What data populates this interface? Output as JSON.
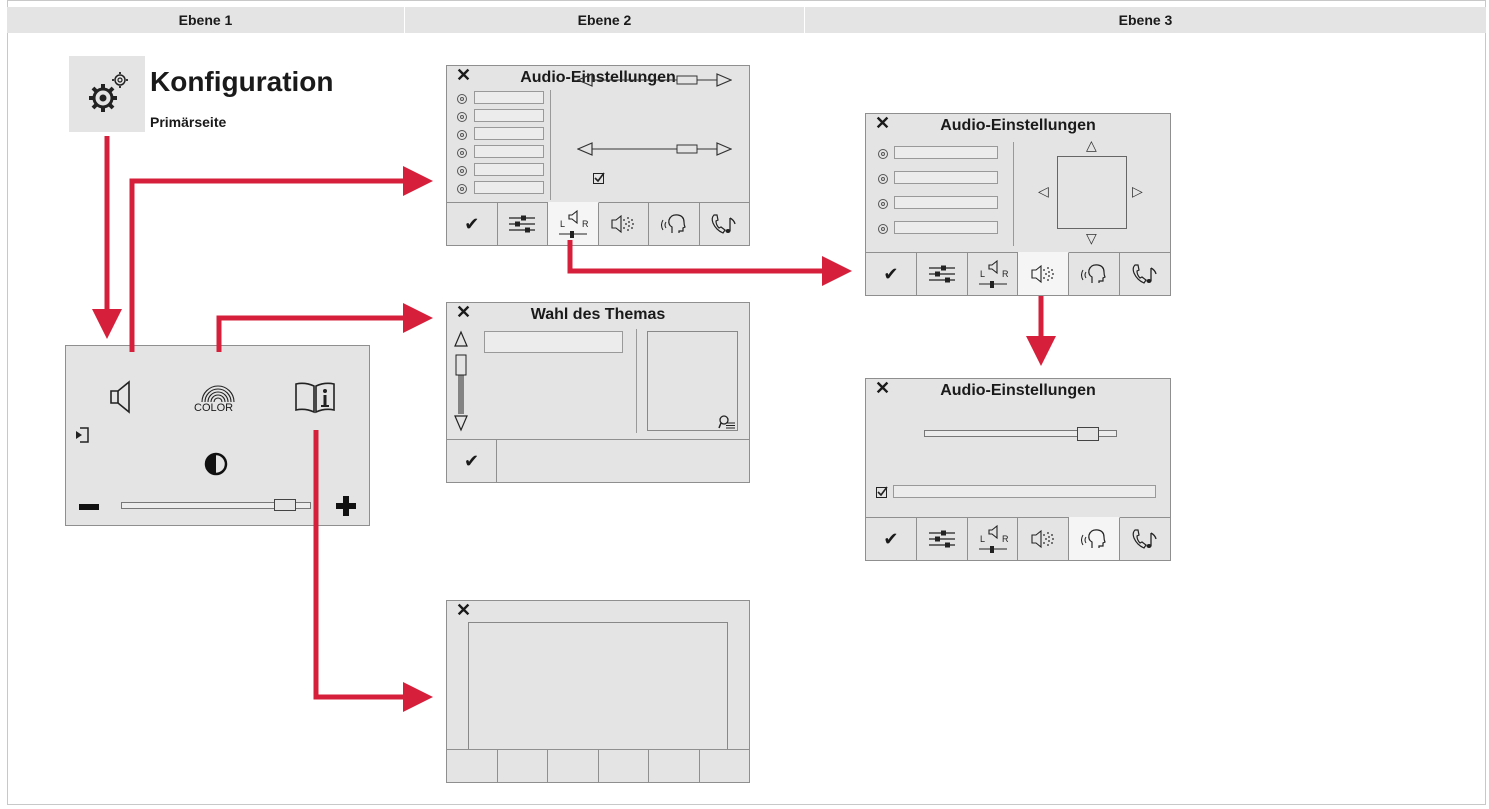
{
  "columns": [
    "Ebene 1",
    "Ebene 2",
    "Ebene 3"
  ],
  "config": {
    "title": "Konfiguration",
    "subtitle": "Primärseite"
  },
  "primary_panel": {
    "color_label": "COLOR"
  },
  "audio_main": {
    "title": "Audio-Einstellungen",
    "close": "✕",
    "tab_labels_lr": [
      "L",
      "R"
    ]
  },
  "audio_spatial": {
    "title": "Audio-Einstellungen",
    "close": "✕"
  },
  "audio_level": {
    "title": "Audio-Einstellungen",
    "close": "✕"
  },
  "theme": {
    "title": "Wahl des Themas",
    "close": "✕"
  },
  "info_panel": {
    "close": "✕"
  },
  "icons": {
    "check": "✔",
    "eq": "equalizer-icon",
    "balance": "balance-icon",
    "spatial": "speaker-spatial-icon",
    "voice": "voice-icon",
    "phone_music": "phone-music-icon"
  },
  "colors": {
    "arrow": "#d61f3a",
    "panel": "#e4e4e4",
    "header": "#e4e4e4"
  }
}
